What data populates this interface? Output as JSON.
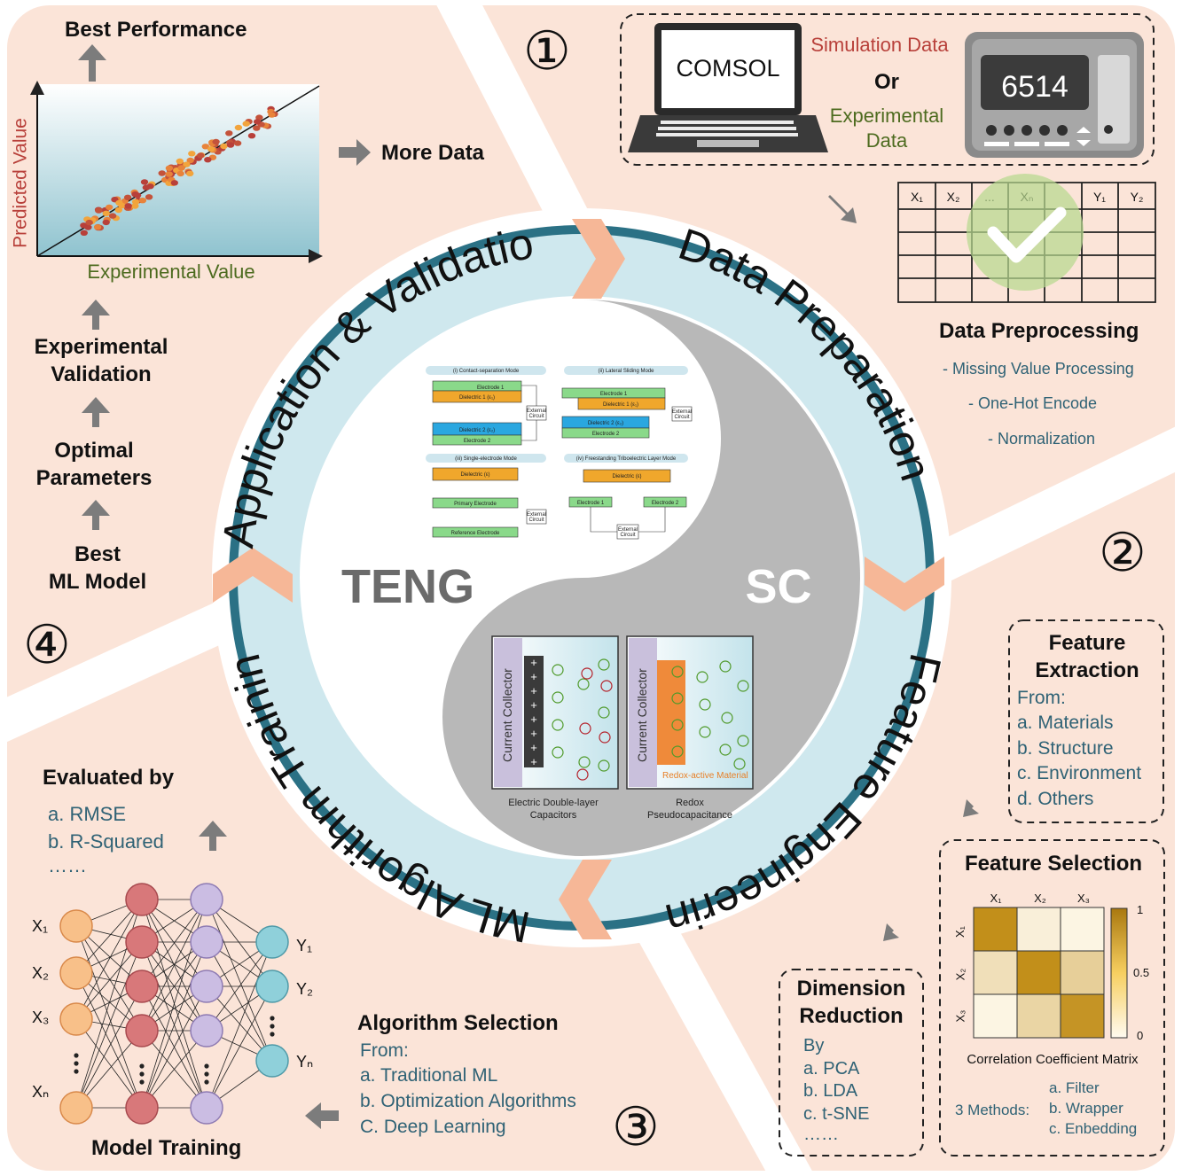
{
  "center": {
    "left": "TENG",
    "right": "SC"
  },
  "ring": {
    "top_right": "Data Preparation",
    "right_lower": "Feature Engineering",
    "left_lower": "ML Algorithm Training",
    "top_left": "Application & Validation"
  },
  "step_numbers": [
    "①",
    "②",
    "③",
    "④"
  ],
  "q1": {
    "laptop_screen": "COMSOL",
    "simulation_label": "Simulation Data",
    "or_label": "Or",
    "experimental_label_1": "Experimental",
    "experimental_label_2": "Data",
    "instrument_display": "6514",
    "table_headers": [
      "X₁",
      "X₂",
      "...",
      "Xₙ",
      "",
      "Y₁",
      "Y₂"
    ],
    "preprocessing_title": "Data Preprocessing",
    "preprocessing_items": [
      "- Missing Value Processing",
      "- One-Hot Encode",
      "- Normalization"
    ]
  },
  "q2": {
    "fe_title_1": "Feature",
    "fe_title_2": "Extraction",
    "fe_from": "From:",
    "fe_items": [
      "a. Materials",
      "b. Structure",
      "c. Environment",
      "d. Others"
    ],
    "fs_title": "Feature Selection",
    "matrix_cols": [
      "X₁",
      "X₂",
      "X₃"
    ],
    "matrix_rows": [
      "X₁",
      "X₂",
      "X₃"
    ],
    "matrix_values": [
      [
        1.0,
        0.1,
        0.05
      ],
      [
        0.25,
        1.0,
        0.4
      ],
      [
        0.05,
        0.35,
        0.95
      ]
    ],
    "colorbar_ticks": [
      "1",
      "0.5",
      "0"
    ],
    "matrix_caption": "Correlation Coefficient Matrix",
    "methods_label": "3 Methods:",
    "methods": [
      "a. Filter",
      "b. Wrapper",
      "c. Enbedding"
    ],
    "dr_title_1": "Dimension",
    "dr_title_2": "Reduction",
    "dr_by": "By",
    "dr_items": [
      "a. PCA",
      "b. LDA",
      "c. t-SNE",
      "……"
    ]
  },
  "q3": {
    "evaluated_title": "Evaluated by",
    "metrics": [
      "a. RMSE",
      "b. R-Squared",
      "……"
    ],
    "inputs": [
      "X₁",
      "X₂",
      "X₃",
      "Xₙ"
    ],
    "outputs": [
      "Y₁",
      "Y₂",
      "Yₙ"
    ],
    "model_training": "Model Training",
    "alg_title": "Algorithm Selection",
    "alg_from": "From:",
    "alg_items": [
      "a. Traditional ML",
      "b. Optimization Algorithms",
      "C. Deep Learning"
    ]
  },
  "q4": {
    "best_performance": "Best Performance",
    "more_data": "More Data",
    "y_axis": "Predicted Value",
    "x_axis": "Experimental Value",
    "chain": [
      "Experimental",
      "Validation",
      "Optimal",
      "Parameters",
      "Best",
      "ML Model"
    ]
  },
  "teng": {
    "modes": [
      "(i) Contact-separation Mode",
      "(ii) Lateral Sliding Mode",
      "(iii) Single-electrode Mode",
      "(iv) Freestanding Triboelectric Layer Mode"
    ]
  },
  "sc": {
    "collector": "Current Collector",
    "redox_material": "Redox-active Material",
    "caption_left_1": "Electric Double-layer",
    "caption_left_2": "Capacitors",
    "caption_right_1": "Redox",
    "caption_right_2": "Pseudocapacitance"
  },
  "colors": {
    "peach": "#fbe4d8",
    "ring_light": "#cfe8ee",
    "ring_dark": "#2b7185",
    "chevron": "#f6b797",
    "gray": "#b8b8b8",
    "gold": "#c28f1a",
    "teal_text": "#2f6275",
    "red_text": "#b8403a",
    "green_text": "#4d6b1f"
  }
}
